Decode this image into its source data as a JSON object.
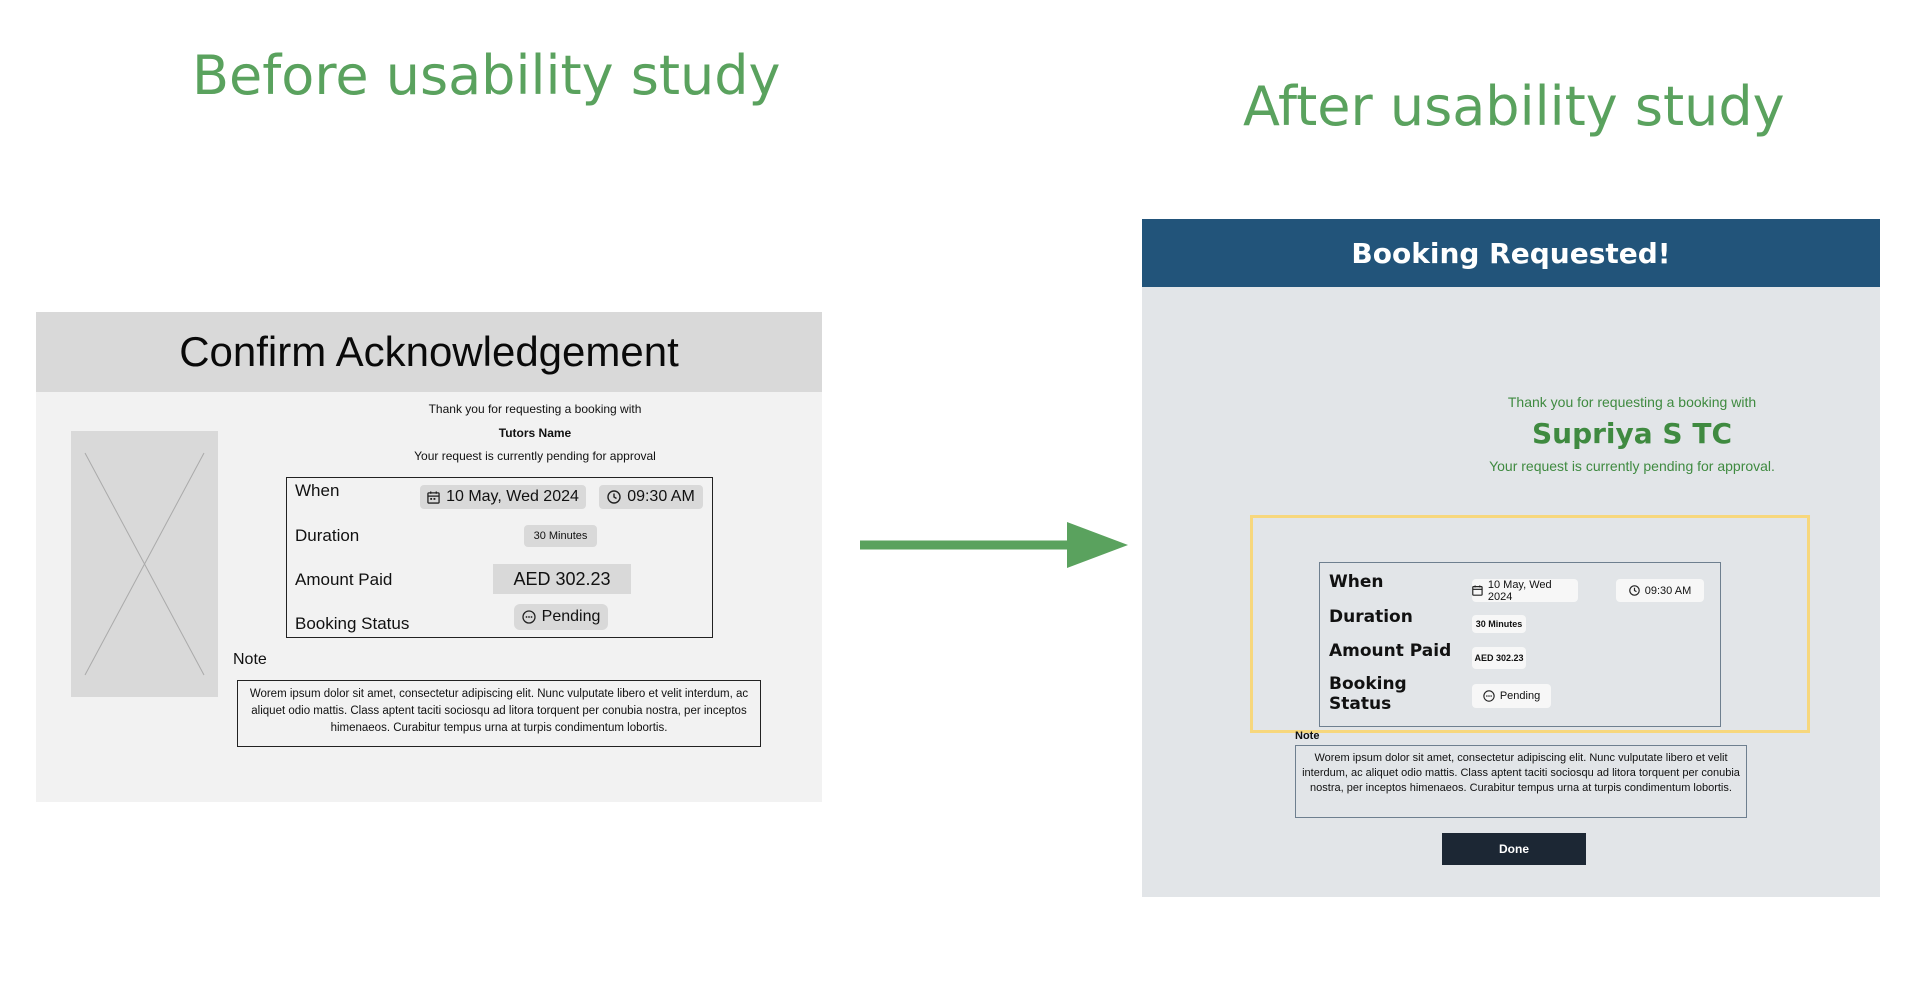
{
  "headings": {
    "before": "Before usability study",
    "after": "After usability study"
  },
  "before": {
    "title": "Confirm Acknowledgement",
    "thanks_line": "Thank you for requesting a booking with",
    "tutor_name": "Tutors Name",
    "pending_line": "Your request is currently pending for approval",
    "labels": {
      "when": "When",
      "duration": "Duration",
      "amount_paid": "Amount Paid",
      "booking_status": "Booking Status"
    },
    "values": {
      "date": "10 May, Wed 2024",
      "time": "09:30 AM",
      "duration": "30 Minutes",
      "amount": "AED 302.23",
      "status": "Pending"
    },
    "note_label": "Note",
    "note_text": "Worem ipsum dolor sit amet, consectetur adipiscing elit. Nunc vulputate libero et velit interdum, ac aliquet odio mattis. Class aptent taciti sociosqu ad litora torquent per conubia nostra, per inceptos himenaeos. Curabitur tempus urna at turpis condimentum lobortis."
  },
  "after": {
    "title": "Booking Requested!",
    "thanks_line": "Thank you for requesting a booking with",
    "tutor_name": "Supriya S TC",
    "pending_line": "Your request is currently pending for approval.",
    "labels": {
      "when": "When",
      "duration": "Duration",
      "amount_paid": "Amount Paid",
      "booking_status": "Booking Status"
    },
    "values": {
      "date": "10 May, Wed 2024",
      "time": "09:30 AM",
      "duration": "30 Minutes",
      "amount": "AED 302.23",
      "status": "Pending"
    },
    "note_label": "Note",
    "note_text": "Worem ipsum dolor sit amet, consectetur adipiscing elit. Nunc vulputate libero et velit interdum, ac aliquet odio mattis. Class aptent taciti sociosqu ad litora torquent per conubia nostra, per inceptos himenaeos. Curabitur tempus urna at turpis condimentum lobortis.",
    "done_label": "Done"
  },
  "colors": {
    "heading_green": "#5aa25e",
    "after_header_blue": "#22547a",
    "after_text_green": "#3f8a40",
    "highlight_yellow": "#f7d77c",
    "done_button": "#1c2734"
  },
  "icons": [
    "calendar-icon",
    "clock-icon",
    "pending-icon",
    "arrow-right-icon",
    "image-placeholder-icon"
  ]
}
